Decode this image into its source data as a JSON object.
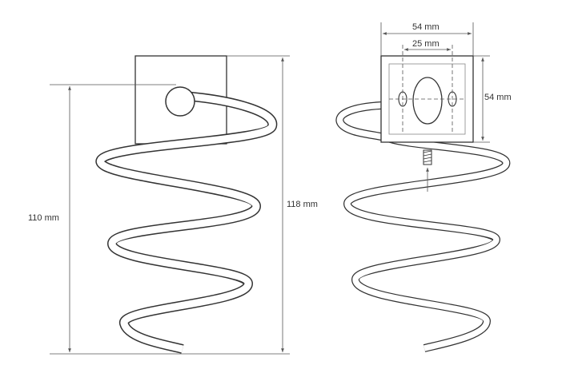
{
  "dimensions": {
    "height_left": "110 mm",
    "height_total": "118 mm",
    "plate_width": "54 mm",
    "hole_spacing": "25 mm",
    "plate_height": "54 mm"
  },
  "colors": {
    "line": "#333333",
    "dimension_line": "#555555",
    "background": "#ffffff"
  }
}
